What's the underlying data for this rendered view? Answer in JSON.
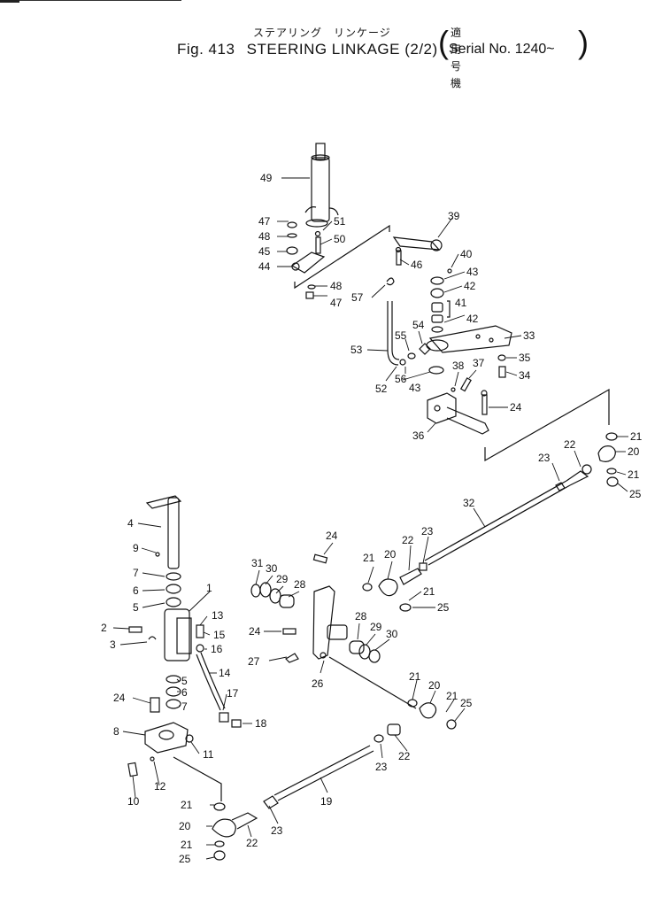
{
  "header": {
    "jp_title": "ステアリング　リンケージ",
    "fig_label": "Fig. 413",
    "title": "STEERING LINKAGE (2/2)",
    "serial_jp": "適用号機",
    "serial_en": "Serial No. 1240~"
  },
  "callouts": {
    "c1": "1",
    "c2": "2",
    "c3": "3",
    "c4": "4",
    "c5a": "5",
    "c5b": "5",
    "c6a": "6",
    "c6b": "6",
    "c7a": "7",
    "c7b": "7",
    "c8": "8",
    "c9": "9",
    "c10": "10",
    "c11": "11",
    "c12": "12",
    "c13": "13",
    "c14": "14",
    "c15": "15",
    "c16": "16",
    "c17": "17",
    "c18": "18",
    "c19": "19",
    "c20a": "20",
    "c20b": "20",
    "c20c": "20",
    "c20d": "20",
    "c21a": "21",
    "c21b": "21",
    "c21c": "21",
    "c21d": "21",
    "c21e": "21",
    "c21f": "21",
    "c21g": "21",
    "c21h": "21",
    "c22a": "22",
    "c22b": "22",
    "c22c": "22",
    "c22d": "22",
    "c23a": "23",
    "c23b": "23",
    "c23c": "23",
    "c23d": "23",
    "c24a": "24",
    "c24b": "24",
    "c24c": "24",
    "c24d": "24",
    "c25a": "25",
    "c25b": "25",
    "c25c": "25",
    "c25d": "25",
    "c26": "26",
    "c27": "27",
    "c28a": "28",
    "c28b": "28",
    "c29a": "29",
    "c29b": "29",
    "c30a": "30",
    "c30b": "30",
    "c31": "31",
    "c32": "32",
    "c33": "33",
    "c34": "34",
    "c35": "35",
    "c36": "36",
    "c37": "37",
    "c38": "38",
    "c39": "39",
    "c40": "40",
    "c41": "41",
    "c42a": "42",
    "c42b": "42",
    "c43a": "43",
    "c43b": "43",
    "c44": "44",
    "c45": "45",
    "c46": "46",
    "c47a": "47",
    "c47b": "47",
    "c48a": "48",
    "c48b": "48",
    "c49": "49",
    "c50": "50",
    "c51": "51",
    "c52": "52",
    "c53": "53",
    "c54": "54",
    "c55": "55",
    "c56": "56",
    "c57": "57"
  }
}
